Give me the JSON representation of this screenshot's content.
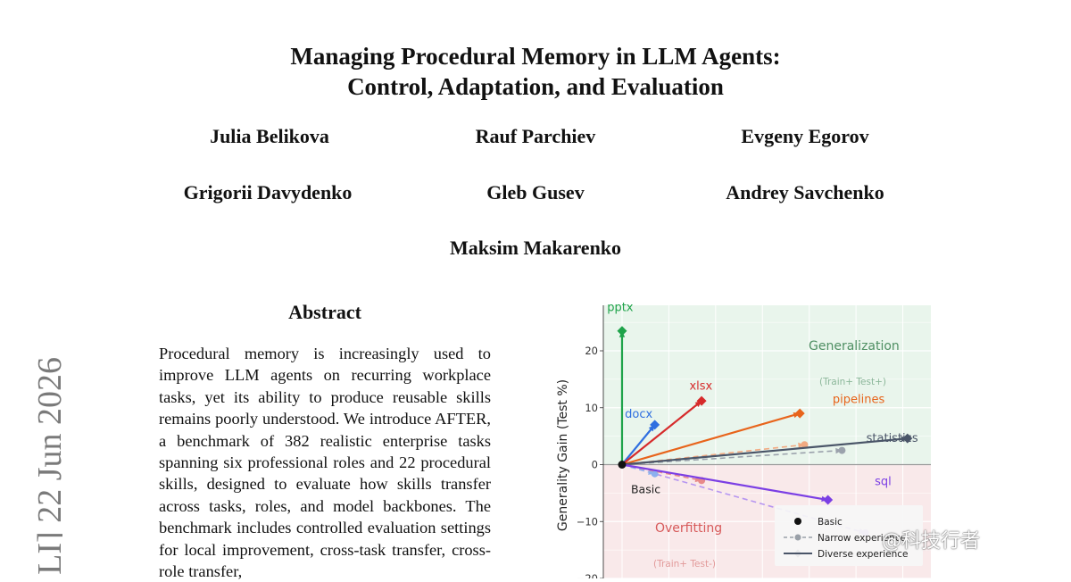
{
  "paper": {
    "title_line1": "Managing Procedural Memory in LLM Agents:",
    "title_line2": "Control, Adaptation, and Evaluation",
    "authors": [
      "Julia Belikova",
      "Rauf Parchiev",
      "Evgeny Egorov",
      "Grigorii Davydenko",
      "Gleb Gusev",
      "Andrey Savchenko",
      "Maksim Makarenko"
    ],
    "abstract_heading": "Abstract",
    "abstract_text": "Procedural memory is increasingly used to improve LLM agents on recurring workplace tasks, yet its ability to produce reusable skills remains poorly understood. We introduce AFTER, a benchmark of 382 realistic enterprise tasks spanning six professional roles and 22 procedural skills, designed to evaluate how skills transfer across tasks, roles, and model backbones. The benchmark includes controlled evaluation settings for local improvement, cross-task transfer, cross-role transfer,",
    "arxiv_stamp": "LI]  22 Jun 2026"
  },
  "watermark": "@科技行者",
  "chart_data": {
    "type": "scatter",
    "ylabel": "Generality Gain (Test %)",
    "ylim": [
      -20,
      28
    ],
    "yticks": [
      20,
      10,
      0,
      -10,
      -20
    ],
    "regions": [
      {
        "name": "Generalization",
        "sub": "(Train+ Test+)",
        "color": "#e9f5ec",
        "text_color": "#4f8f63"
      },
      {
        "name": "Overfitting",
        "sub": "(Train+ Test-)",
        "color": "#f9e9ea",
        "text_color": "#d75a5a"
      }
    ],
    "origin_label": "Basic",
    "origin": [
      0,
      0
    ],
    "skills": [
      {
        "name": "pptx",
        "color": "#1fa34a",
        "diverse": [
          0.0,
          23.5
        ]
      },
      {
        "name": "docx",
        "color": "#2f6fe0",
        "diverse": [
          3.5,
          7.0
        ]
      },
      {
        "name": "xlsx",
        "color": "#d62b2b",
        "diverse": [
          8.5,
          11.2
        ]
      },
      {
        "name": "pipelines",
        "color": "#e8641b",
        "diverse": [
          19.0,
          9.0
        ],
        "narrow": [
          19.5,
          3.5
        ]
      },
      {
        "name": "statistics",
        "color": "#4a5568",
        "diverse": [
          30.5,
          4.6
        ],
        "narrow": [
          23.5,
          2.5
        ]
      },
      {
        "name": "sql",
        "color": "#7b3fe4",
        "diverse": [
          22.0,
          -6.2
        ],
        "narrow": [
          26.0,
          -12.0
        ]
      }
    ],
    "extra_narrow": [
      {
        "name": "docx",
        "color": "#2f6fe0",
        "point": [
          3.5,
          -1.6
        ]
      },
      {
        "name": "xlsx",
        "color": "#d62b2b",
        "point": [
          8.5,
          -2.8
        ]
      }
    ],
    "legend": [
      "Basic",
      "Narrow experience",
      "Diverse experience"
    ]
  }
}
